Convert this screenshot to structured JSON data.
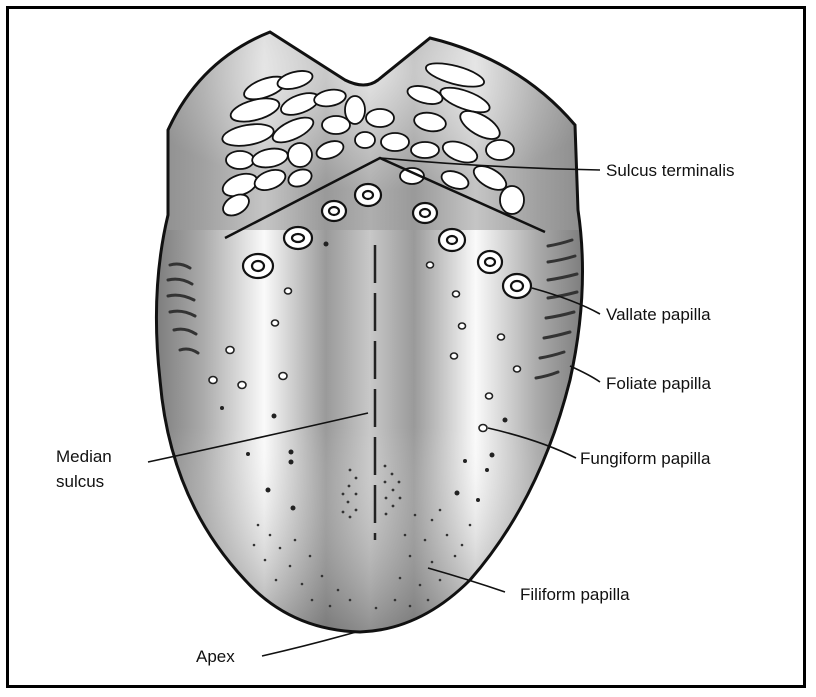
{
  "diagram": {
    "labels": {
      "sulcus_terminalis": "Sulcus terminalis",
      "vallate_papilla": "Vallate papilla",
      "foliate_papilla": "Foliate papilla",
      "fungiform_papilla": "Fungiform papilla",
      "filiform_papilla": "Filiform papilla",
      "median_line1": "Median",
      "median_line2": "sulcus",
      "apex": "Apex"
    },
    "colors": {
      "outline": "#111111",
      "shade": "#8a8a8a",
      "background": "#ffffff"
    }
  }
}
